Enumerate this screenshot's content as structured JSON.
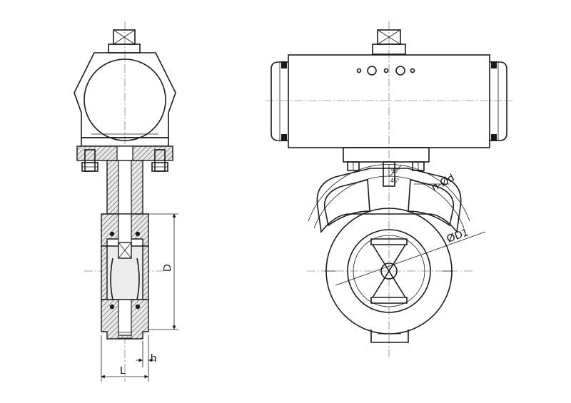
{
  "labels": {
    "dim_D": "D",
    "dim_L": "L",
    "dim_h": "h",
    "hole_callout": "n-Ød",
    "dim_D1": "ØD1",
    "angle_90": "90°",
    "angle_45": "45°"
  }
}
